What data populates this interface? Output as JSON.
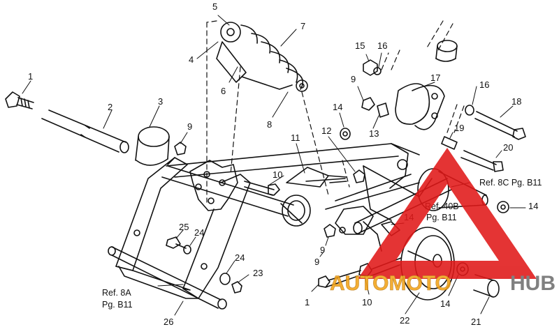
{
  "diagram": {
    "callouts": {
      "c1_top": "1",
      "c2": "2",
      "c3": "3",
      "c4": "4",
      "c5": "5",
      "c6": "6",
      "c7": "7",
      "c8": "8",
      "c9_a": "9",
      "c9_b": "9",
      "c9_c": "9",
      "c9_d": "9",
      "c10_a": "10",
      "c10_b": "10",
      "c11": "11",
      "c12": "12",
      "c13": "13",
      "c14_a": "14",
      "c14_b": "14",
      "c14_c": "14",
      "c14_d": "14",
      "c15": "15",
      "c16_a": "16",
      "c16_b": "16",
      "c17": "17",
      "c18": "18",
      "c19": "19",
      "c20": "20",
      "c21": "21",
      "c22": "22",
      "c23": "23",
      "c24_a": "24",
      "c24_b": "24",
      "c25": "25",
      "c26": "26",
      "c1_bottom": "1"
    },
    "references": {
      "ref_8a_line1": "Ref. 8A",
      "ref_8a_line2": "Pg. B11",
      "ref_8c": "Ref. 8C Pg. B11",
      "ref_40b_line1": "Ref. 40B",
      "ref_40b_line2": "Pg. B11"
    }
  },
  "watermark": {
    "left": "AUTOMOTO",
    "right": "HUB",
    "colors": {
      "triangle": "#e01818",
      "left_text": "#f2a319",
      "right_text": "#6f6f6f"
    }
  }
}
